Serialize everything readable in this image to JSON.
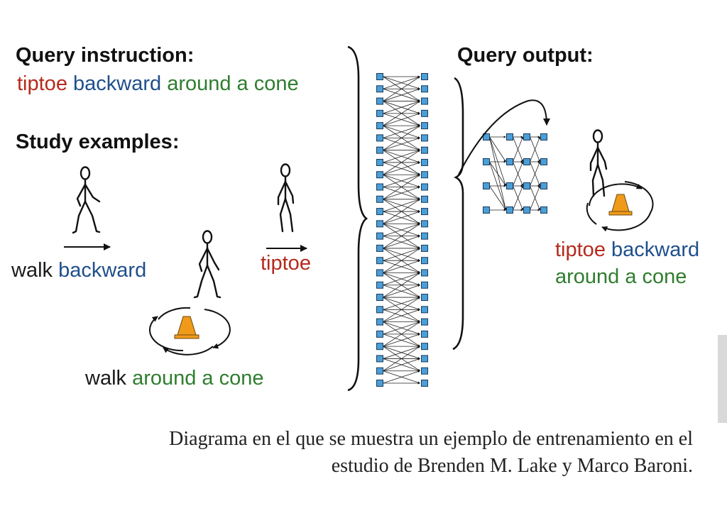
{
  "figure": {
    "query_instruction_label": "Query instruction:",
    "query_instruction": {
      "word_1": "tiptoe",
      "word_2": "backward",
      "word_3": "around a cone"
    },
    "study_examples_label": "Study examples:",
    "examples": {
      "walk_backward": {
        "word_1": "walk",
        "word_2": "backward"
      },
      "tiptoe": {
        "word_1": "tiptoe"
      },
      "walk_around": {
        "word_1": "walk",
        "word_2": "around a cone"
      }
    },
    "query_output_label": "Query output:",
    "query_output": {
      "line_1_word_1": "tiptoe",
      "line_1_word_2": "backward",
      "line_2": "around a cone"
    },
    "icons": [
      "stick-figure-icon",
      "traffic-cone-icon",
      "circular-arrow-icon",
      "arrow-icon",
      "curly-brace-icon",
      "network-node-icon"
    ],
    "colors": {
      "verb": "#b52a1c",
      "direction": "#1f4f8c",
      "path": "#2f7d2f",
      "node_fill": "#4a9fd8",
      "cone": "#f09a1a"
    }
  },
  "caption": {
    "line_1": "Diagrama en el que se muestra un ejemplo de entrenamiento en el",
    "line_2": "estudio de Brenden M. Lake y Marco Baroni."
  }
}
